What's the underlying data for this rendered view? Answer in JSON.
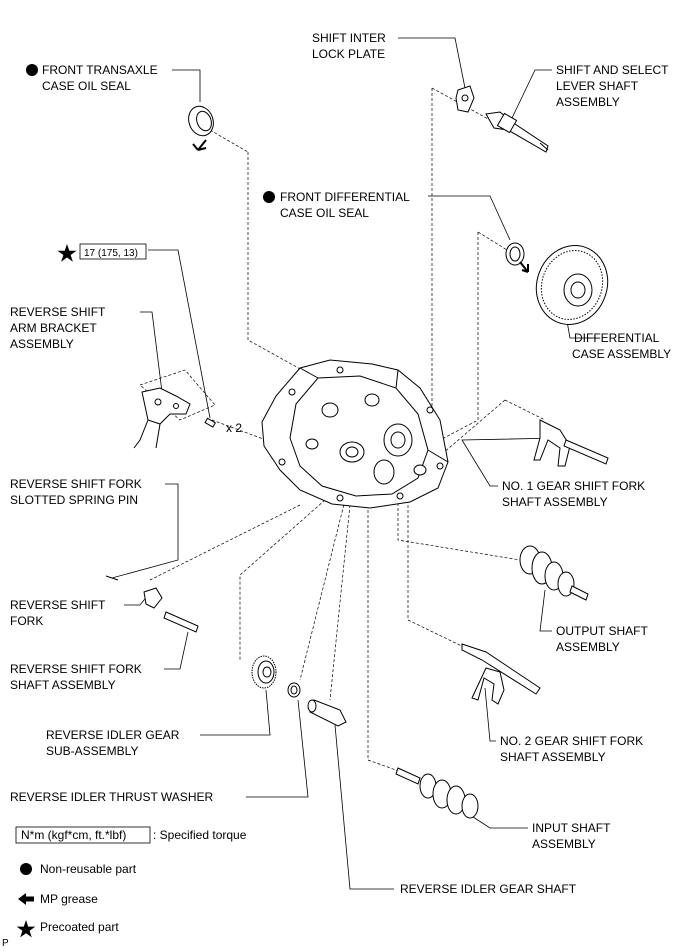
{
  "labels": {
    "front_transaxle_seal": [
      "FRONT TRANSAXLE",
      "CASE OIL SEAL"
    ],
    "shift_inter_lock": [
      "SHIFT INTER",
      "LOCK PLATE"
    ],
    "shift_select_lever": [
      "SHIFT AND SELECT",
      "LEVER SHAFT",
      "ASSEMBLY"
    ],
    "front_diff_seal": [
      "FRONT DIFFERENTIAL",
      "CASE OIL SEAL"
    ],
    "torque_value": "17 (175, 13)",
    "reverse_arm_bracket": [
      "REVERSE SHIFT",
      "ARM BRACKET",
      "ASSEMBLY"
    ],
    "qty": "x 2",
    "differential_case": [
      "DIFFERENTIAL",
      "CASE ASSEMBLY"
    ],
    "no1_fork_shaft": [
      "NO. 1 GEAR SHIFT FORK",
      "SHAFT ASSEMBLY"
    ],
    "slotted_spring_pin": [
      "REVERSE SHIFT FORK",
      "SLOTTED SPRING PIN"
    ],
    "reverse_fork": [
      "REVERSE SHIFT",
      "FORK"
    ],
    "output_shaft": [
      "OUTPUT SHAFT",
      "ASSEMBLY"
    ],
    "reverse_fork_shaft": [
      "REVERSE SHIFT FORK",
      "SHAFT ASSEMBLY"
    ],
    "reverse_idler_gear": [
      "REVERSE IDLER GEAR",
      "SUB-ASSEMBLY"
    ],
    "no2_fork_shaft": [
      "NO. 2 GEAR SHIFT FORK",
      "SHAFT ASSEMBLY"
    ],
    "thrust_washer": [
      "REVERSE IDLER THRUST WASHER"
    ],
    "input_shaft": [
      "INPUT SHAFT",
      "ASSEMBLY"
    ],
    "idler_gear_shaft": [
      "REVERSE IDLER GEAR SHAFT"
    ]
  },
  "legend": {
    "torque_box": "N*m (kgf*cm, ft.*lbf)",
    "torque_text": ": Specified torque",
    "non_reusable": "Non-reusable part",
    "mp_grease": "MP grease",
    "precoated": "Precoated part"
  },
  "corner_mark": "P"
}
